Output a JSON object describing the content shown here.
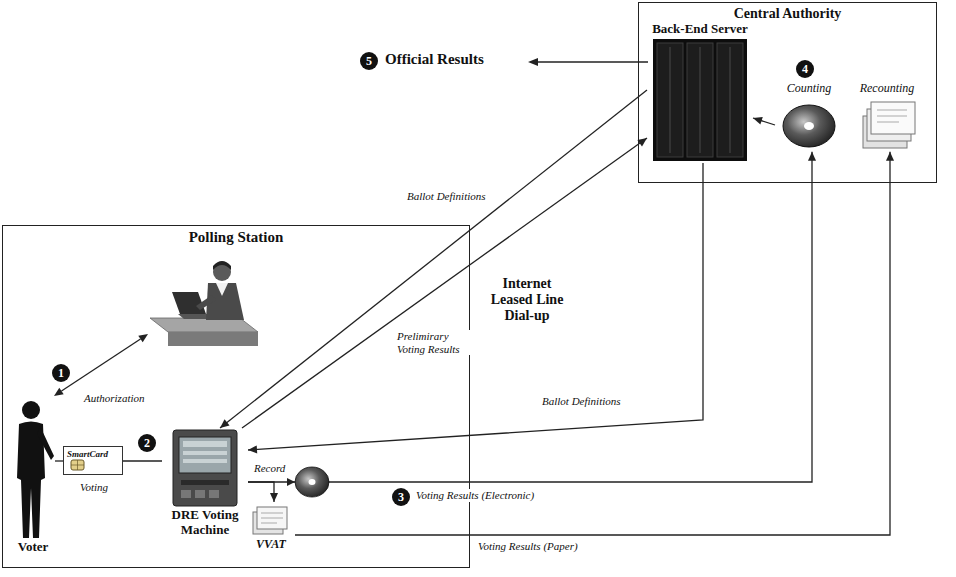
{
  "diagram": {
    "nodes": [
      {
        "text": [
          "Central Authority"
        ]
      },
      {
        "text": [
          "Back-End Server"
        ],
        "in": 0
      },
      {
        "text": [
          "Counting"
        ],
        "in": 0
      },
      {
        "text": [
          "Recounting"
        ],
        "in": 0
      },
      {
        "text": [
          "Polling Station"
        ]
      },
      {
        "text": [
          "Voter"
        ],
        "in": 4
      },
      {
        "text": [
          "SmartCard"
        ],
        "in": 4
      },
      {
        "text": [
          "DRE Voting Machine"
        ],
        "in": 4
      },
      {
        "text": [
          "VVAT"
        ],
        "in": 4
      }
    ],
    "edges": [
      {
        "from": 1,
        "to": 7,
        "label": "Ballot Definitions",
        "arrow": "to"
      },
      {
        "from": 7,
        "to": 1,
        "label": "Prelimirary Voting Results",
        "arrow": "to"
      },
      {
        "from": 1,
        "to": 7,
        "label": "Ballot Definitions",
        "arrow": "to"
      },
      {
        "from": 5,
        "to": 6,
        "arrow": "none"
      },
      {
        "from": 6,
        "to": 7,
        "arrow": "none"
      },
      {
        "from": 7,
        "to": 8,
        "arrow": "to"
      },
      {
        "from": 7,
        "to": 2,
        "label": "Voting Results (Electronic)",
        "arrow": "to"
      },
      {
        "from": 8,
        "to": 3,
        "label": "Voting Results (Paper)",
        "arrow": "to"
      },
      {
        "from": 2,
        "to": 1,
        "arrow": "to"
      }
    ],
    "labels": [
      "5",
      "Official Results",
      "Internet Leased Line Dial-up",
      "1",
      "Authorization",
      "Voting",
      "2",
      "Record",
      "3",
      "4"
    ]
  }
}
